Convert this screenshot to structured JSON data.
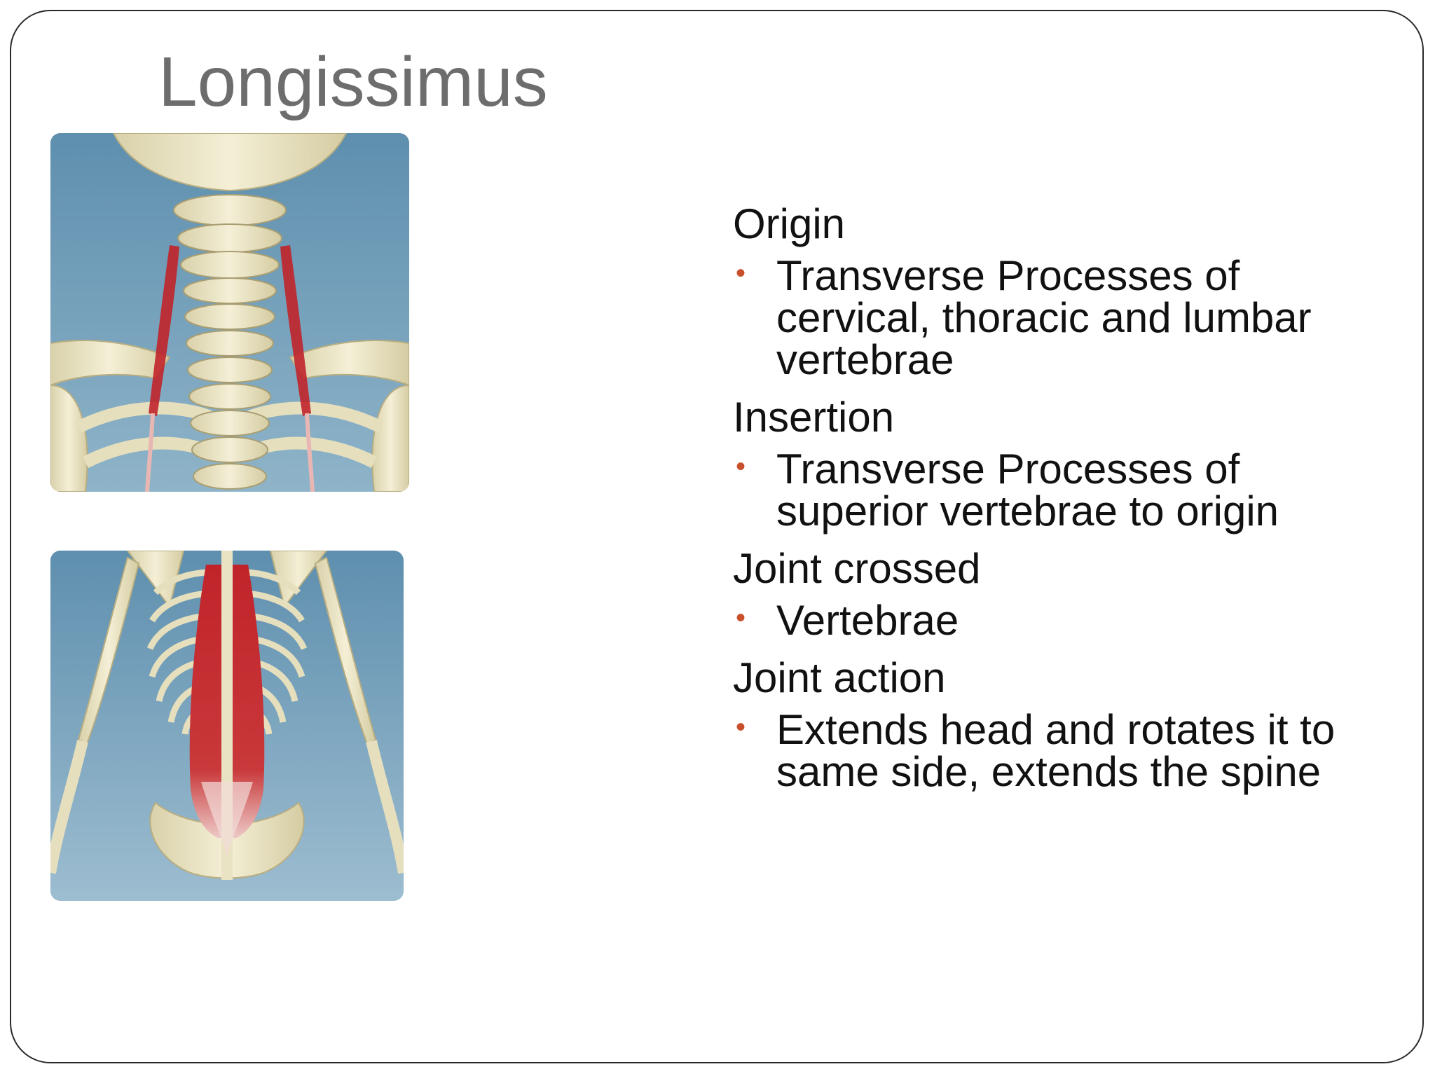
{
  "slide": {
    "title": "Longissimus",
    "sections": [
      {
        "heading": "Origin",
        "bullets": [
          "Transverse Processes of cervical, thoracic and lumbar vertebrae"
        ]
      },
      {
        "heading": "Insertion",
        "bullets": [
          "Transverse Processes of superior vertebrae to origin"
        ]
      },
      {
        "heading": "Joint crossed",
        "bullets": [
          "Vertebrae"
        ]
      },
      {
        "heading": "Joint action",
        "bullets": [
          "Extends head and rotates it to same side, extends the spine"
        ]
      }
    ],
    "bullet_glyph": "•",
    "colors": {
      "title": "#6d6d6d",
      "text": "#111111",
      "bullet": "#c8502a",
      "muscle": "#c0242a",
      "bone": "#ece6c8",
      "background_blue": "#6c9bb8"
    },
    "images": [
      {
        "name": "cervical-spine-posterior-view"
      },
      {
        "name": "lumbar-spine-posterior-view"
      }
    ]
  }
}
